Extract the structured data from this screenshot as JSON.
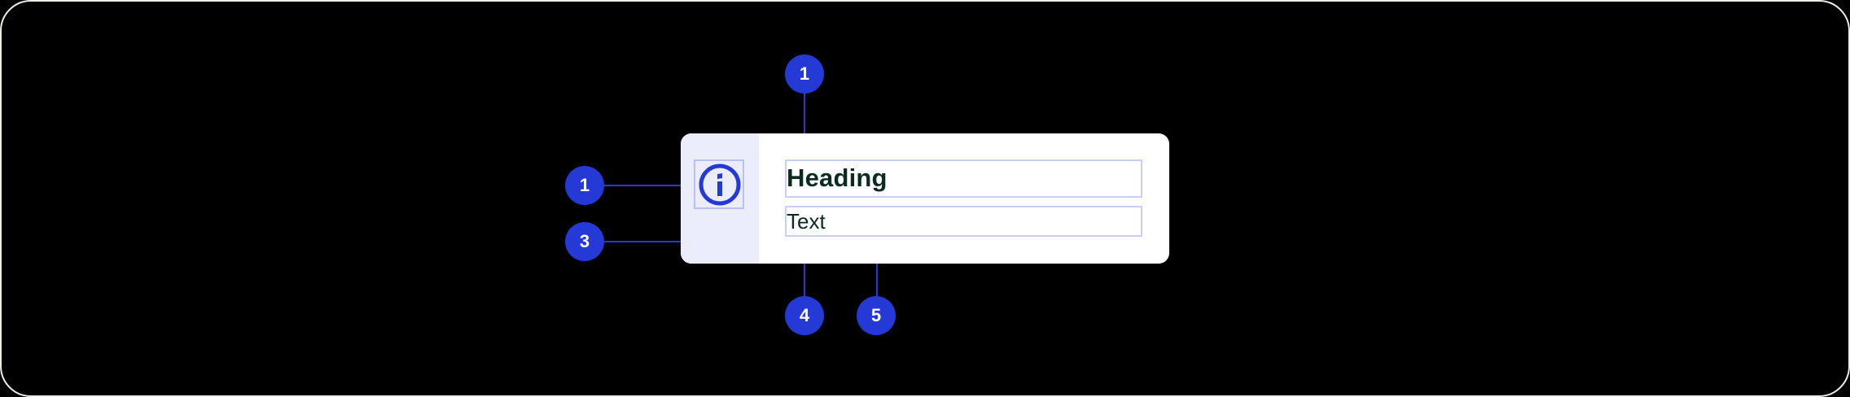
{
  "diagram": {
    "card": {
      "icon": "info-icon",
      "heading": "Heading",
      "text": "Text"
    },
    "callouts": [
      {
        "id": "callout-top",
        "label": "1",
        "target": "heading"
      },
      {
        "id": "callout-left-icon",
        "label": "1",
        "target": "icon"
      },
      {
        "id": "callout-left-side",
        "label": "3",
        "target": "side-panel"
      },
      {
        "id": "callout-bottom-text",
        "label": "4",
        "target": "text"
      },
      {
        "id": "callout-bottom-card",
        "label": "5",
        "target": "card"
      }
    ],
    "colors": {
      "background": "#000000",
      "frame_border": "#efebe7",
      "card": "#ffffff",
      "side_panel": "#ebedfd",
      "accent": "#2439d6",
      "text": "#0c2a22",
      "outline": "#c9cff0"
    }
  }
}
